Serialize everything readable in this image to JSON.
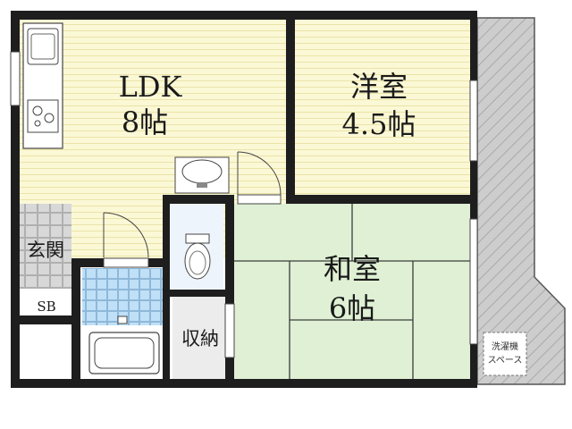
{
  "rooms": {
    "ldk": {
      "name": "LDK",
      "size": "8帖"
    },
    "western": {
      "name": "洋室",
      "size": "4.5帖"
    },
    "japanese": {
      "name": "和室",
      "size": "6帖"
    },
    "entrance": {
      "name": "玄関"
    },
    "shoebox": {
      "name": "SB"
    },
    "storage": {
      "name": "収納"
    },
    "laundry": {
      "line1": "洗濯機",
      "line2": "スペース"
    }
  },
  "colors": {
    "wall": "#1e1e1e",
    "ldk_floor": "#fbf8d6",
    "western_floor": "#fbf8d6",
    "tatami": "#dff0d4",
    "bath_tile": "#bfe0f7",
    "entrance_tile": "#d0d0d0",
    "balcony": "#c9c9c9",
    "wet_area": "#ffffff"
  }
}
